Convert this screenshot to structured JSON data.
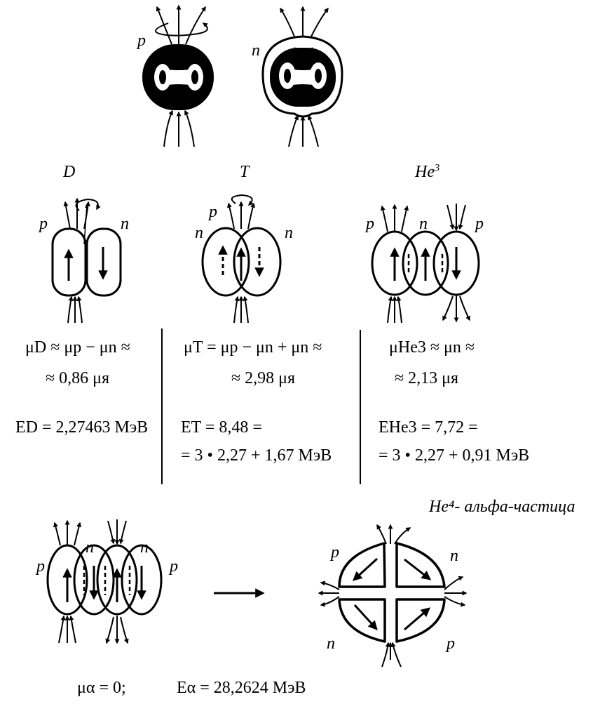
{
  "top": {
    "proton_label": "p",
    "neutron_label": "n"
  },
  "titles": {
    "deuteron": "D",
    "triton": "T",
    "helium3": "He",
    "helium3_sup": "3"
  },
  "deuteron": {
    "p_label": "p",
    "n_label": "n",
    "mu_line1": "μD ≈ μp −  μn ≈",
    "mu_line2": "≈ 0,86 μя",
    "energy": "ED = 2,27463 МэВ"
  },
  "triton": {
    "p_label": "p",
    "n_left_label": "n",
    "n_right_label": "n",
    "mu_line1": "μT = μp − μn + μn ≈",
    "mu_line2": "≈ 2,98 μя",
    "energy_line1": "ET = 8,48 =",
    "energy_line2": "= 3 • 2,27 + 1,67  МэВ"
  },
  "helium3": {
    "p_left_label": "p",
    "n_label": "n",
    "p_right_label": "p",
    "mu_line1": "μHe3 ≈ μn ≈",
    "mu_line2": "≈ 2,13 μя",
    "energy_line1": "EHe3 = 7,72 =",
    "energy_line2": "= 3 • 2,27 + 0,91  МэВ"
  },
  "alpha": {
    "title": "He⁴- альфа-частица",
    "chain_labels": [
      "p",
      "n",
      "n",
      "p"
    ],
    "square_labels": [
      "p",
      "n",
      "n",
      "p"
    ],
    "mu": "μα = 0;",
    "energy": "Eα = 28,2624 МэВ"
  }
}
